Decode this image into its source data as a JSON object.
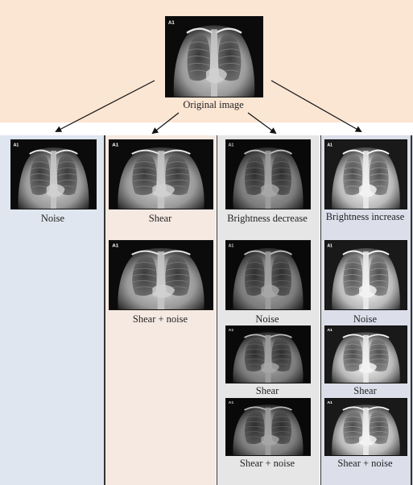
{
  "top": {
    "caption": "Original image",
    "bg": "#fbe5d3"
  },
  "xray_tag": "A1",
  "columns": [
    {
      "id": "col1",
      "bg": "#dfe6ef",
      "captions": [
        "Noise"
      ]
    },
    {
      "id": "col2",
      "bg": "#f6e9e2",
      "captions": [
        "Shear",
        "Shear + noise"
      ]
    },
    {
      "id": "col3",
      "bg": "#e6e6e6",
      "captions": [
        "Brightness decrease",
        "Noise",
        "Shear",
        "Shear + noise"
      ]
    },
    {
      "id": "col4",
      "bg": "#dcdfea",
      "captions": [
        "Brightness increase",
        "Noise",
        "Shear",
        "Shear + noise"
      ]
    }
  ]
}
